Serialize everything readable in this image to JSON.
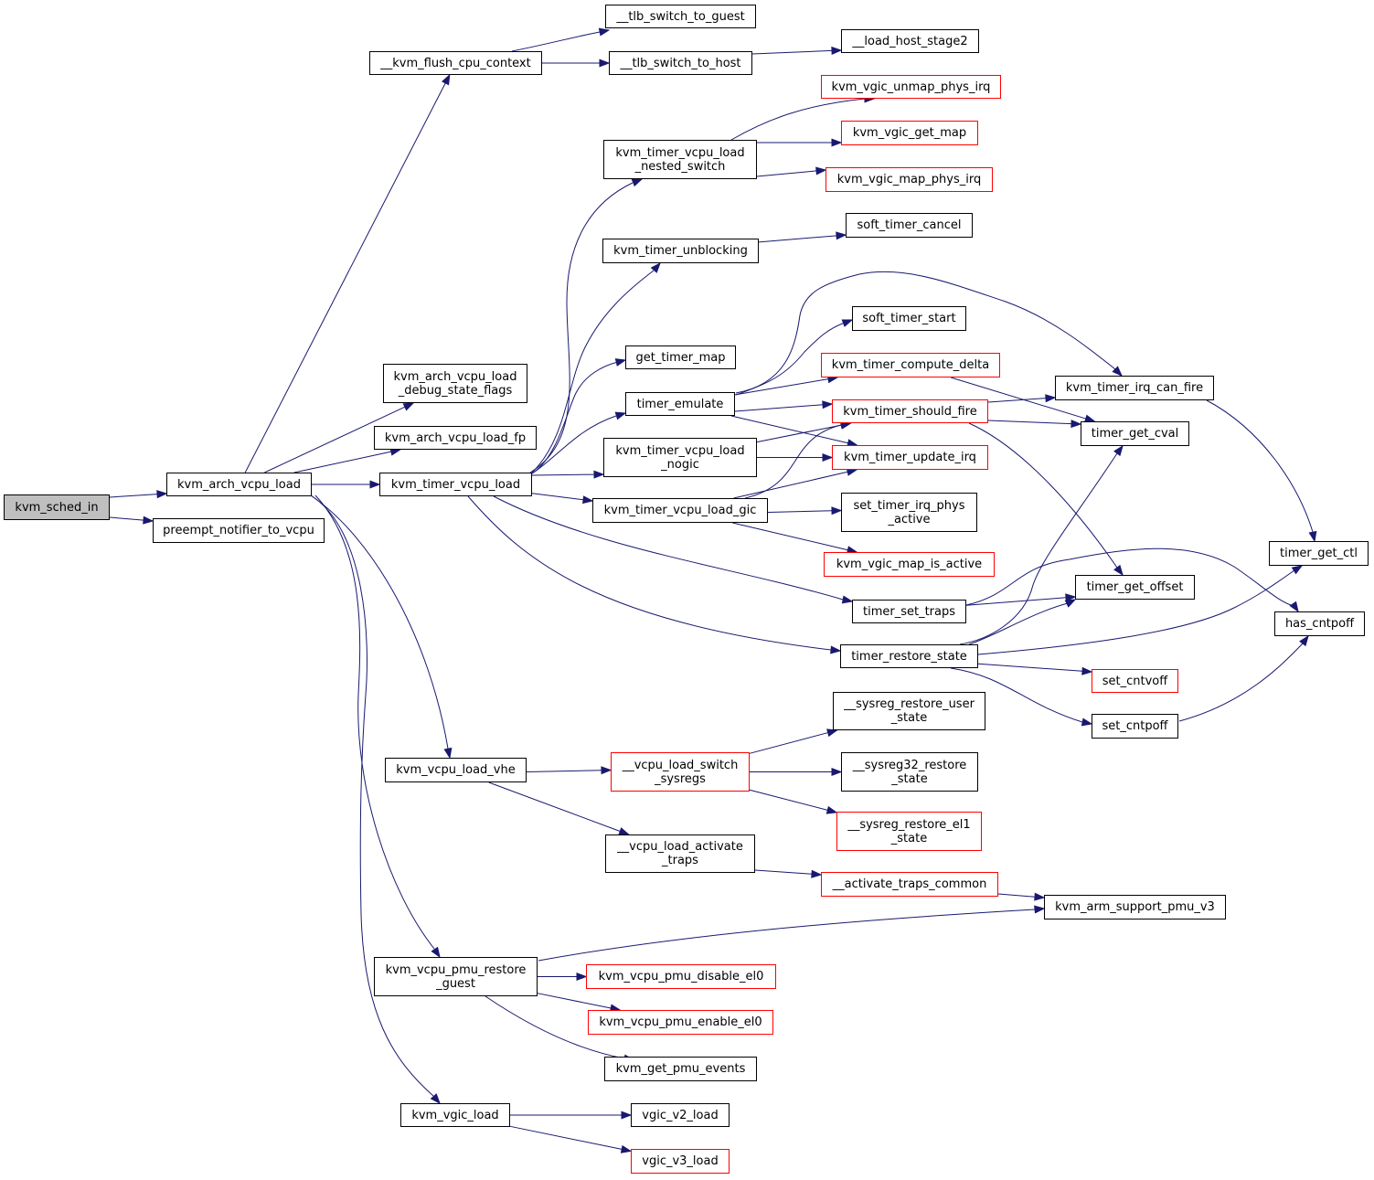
{
  "colors": {
    "edge": "#191970",
    "node_border": "#000000",
    "truncated_border": "#ff0000",
    "root_fill": "#bfbfbf",
    "background": "#ffffff"
  },
  "nodes": [
    {
      "id": "kvm_sched_in",
      "label": "kvm_sched_in",
      "style": "root"
    },
    {
      "id": "kvm_arch_vcpu_load",
      "label": "kvm_arch_vcpu_load",
      "style": "normal"
    },
    {
      "id": "preempt_notifier_to_vcpu",
      "label": "preempt_notifier_to_vcpu",
      "style": "normal"
    },
    {
      "id": "__kvm_flush_cpu_context",
      "label": "__kvm_flush_cpu_context",
      "style": "normal"
    },
    {
      "id": "kvm_arch_vcpu_load_debug_state_flags",
      "label": "kvm_arch_vcpu_load\n_debug_state_flags",
      "style": "normal"
    },
    {
      "id": "kvm_arch_vcpu_load_fp",
      "label": "kvm_arch_vcpu_load_fp",
      "style": "normal"
    },
    {
      "id": "kvm_timer_vcpu_load",
      "label": "kvm_timer_vcpu_load",
      "style": "normal"
    },
    {
      "id": "kvm_vcpu_load_vhe",
      "label": "kvm_vcpu_load_vhe",
      "style": "normal"
    },
    {
      "id": "kvm_vcpu_pmu_restore_guest",
      "label": "kvm_vcpu_pmu_restore\n_guest",
      "style": "normal"
    },
    {
      "id": "kvm_vgic_load",
      "label": "kvm_vgic_load",
      "style": "normal"
    },
    {
      "id": "__tlb_switch_to_guest",
      "label": "__tlb_switch_to_guest",
      "style": "normal"
    },
    {
      "id": "__tlb_switch_to_host",
      "label": "__tlb_switch_to_host",
      "style": "normal"
    },
    {
      "id": "__load_host_stage2",
      "label": "__load_host_stage2",
      "style": "normal"
    },
    {
      "id": "kvm_timer_vcpu_load_nested_switch",
      "label": "kvm_timer_vcpu_load\n_nested_switch",
      "style": "normal"
    },
    {
      "id": "kvm_timer_unblocking",
      "label": "kvm_timer_unblocking",
      "style": "normal"
    },
    {
      "id": "get_timer_map",
      "label": "get_timer_map",
      "style": "normal"
    },
    {
      "id": "timer_emulate",
      "label": "timer_emulate",
      "style": "normal"
    },
    {
      "id": "kvm_timer_vcpu_load_nogic",
      "label": "kvm_timer_vcpu_load\n_nogic",
      "style": "normal"
    },
    {
      "id": "kvm_timer_vcpu_load_gic",
      "label": "kvm_timer_vcpu_load_gic",
      "style": "normal"
    },
    {
      "id": "timer_set_traps",
      "label": "timer_set_traps",
      "style": "normal"
    },
    {
      "id": "timer_restore_state",
      "label": "timer_restore_state",
      "style": "normal"
    },
    {
      "id": "kvm_vgic_unmap_phys_irq",
      "label": "kvm_vgic_unmap_phys_irq",
      "style": "truncated"
    },
    {
      "id": "kvm_vgic_get_map",
      "label": "kvm_vgic_get_map",
      "style": "truncated"
    },
    {
      "id": "kvm_vgic_map_phys_irq",
      "label": "kvm_vgic_map_phys_irq",
      "style": "truncated"
    },
    {
      "id": "soft_timer_cancel",
      "label": "soft_timer_cancel",
      "style": "normal"
    },
    {
      "id": "soft_timer_start",
      "label": "soft_timer_start",
      "style": "normal"
    },
    {
      "id": "kvm_timer_compute_delta",
      "label": "kvm_timer_compute_delta",
      "style": "truncated"
    },
    {
      "id": "kvm_timer_should_fire",
      "label": "kvm_timer_should_fire",
      "style": "truncated"
    },
    {
      "id": "kvm_timer_update_irq",
      "label": "kvm_timer_update_irq",
      "style": "truncated"
    },
    {
      "id": "set_timer_irq_phys_active",
      "label": "set_timer_irq_phys\n_active",
      "style": "normal"
    },
    {
      "id": "kvm_vgic_map_is_active",
      "label": "kvm_vgic_map_is_active",
      "style": "truncated"
    },
    {
      "id": "kvm_timer_irq_can_fire",
      "label": "kvm_timer_irq_can_fire",
      "style": "normal"
    },
    {
      "id": "timer_get_cval",
      "label": "timer_get_cval",
      "style": "normal"
    },
    {
      "id": "timer_get_offset",
      "label": "timer_get_offset",
      "style": "normal"
    },
    {
      "id": "timer_get_ctl",
      "label": "timer_get_ctl",
      "style": "normal"
    },
    {
      "id": "has_cntpoff",
      "label": "has_cntpoff",
      "style": "normal"
    },
    {
      "id": "set_cntvoff",
      "label": "set_cntvoff",
      "style": "truncated"
    },
    {
      "id": "set_cntpoff",
      "label": "set_cntpoff",
      "style": "normal"
    },
    {
      "id": "__vcpu_load_switch_sysregs",
      "label": "__vcpu_load_switch\n_sysregs",
      "style": "truncated"
    },
    {
      "id": "__vcpu_load_activate_traps",
      "label": "__vcpu_load_activate\n_traps",
      "style": "normal"
    },
    {
      "id": "__sysreg_restore_user_state",
      "label": "__sysreg_restore_user\n_state",
      "style": "normal"
    },
    {
      "id": "__sysreg32_restore_state",
      "label": "__sysreg32_restore\n_state",
      "style": "normal"
    },
    {
      "id": "__sysreg_restore_el1_state",
      "label": "__sysreg_restore_el1\n_state",
      "style": "truncated"
    },
    {
      "id": "__activate_traps_common",
      "label": "__activate_traps_common",
      "style": "truncated"
    },
    {
      "id": "kvm_arm_support_pmu_v3",
      "label": "kvm_arm_support_pmu_v3",
      "style": "normal"
    },
    {
      "id": "kvm_vcpu_pmu_disable_el0",
      "label": "kvm_vcpu_pmu_disable_el0",
      "style": "truncated"
    },
    {
      "id": "kvm_vcpu_pmu_enable_el0",
      "label": "kvm_vcpu_pmu_enable_el0",
      "style": "truncated"
    },
    {
      "id": "kvm_get_pmu_events",
      "label": "kvm_get_pmu_events",
      "style": "normal"
    },
    {
      "id": "vgic_v2_load",
      "label": "vgic_v2_load",
      "style": "normal"
    },
    {
      "id": "vgic_v3_load",
      "label": "vgic_v3_load",
      "style": "truncated"
    }
  ],
  "edges": [
    {
      "from": "kvm_sched_in",
      "to": "kvm_arch_vcpu_load"
    },
    {
      "from": "kvm_sched_in",
      "to": "preempt_notifier_to_vcpu"
    },
    {
      "from": "kvm_arch_vcpu_load",
      "to": "__kvm_flush_cpu_context"
    },
    {
      "from": "kvm_arch_vcpu_load",
      "to": "kvm_arch_vcpu_load_debug_state_flags"
    },
    {
      "from": "kvm_arch_vcpu_load",
      "to": "kvm_arch_vcpu_load_fp"
    },
    {
      "from": "kvm_arch_vcpu_load",
      "to": "kvm_timer_vcpu_load"
    },
    {
      "from": "kvm_arch_vcpu_load",
      "to": "kvm_vcpu_load_vhe"
    },
    {
      "from": "kvm_arch_vcpu_load",
      "to": "kvm_vcpu_pmu_restore_guest"
    },
    {
      "from": "kvm_arch_vcpu_load",
      "to": "kvm_vgic_load"
    },
    {
      "from": "__kvm_flush_cpu_context",
      "to": "__tlb_switch_to_guest"
    },
    {
      "from": "__kvm_flush_cpu_context",
      "to": "__tlb_switch_to_host"
    },
    {
      "from": "__tlb_switch_to_host",
      "to": "__load_host_stage2"
    },
    {
      "from": "kvm_timer_vcpu_load",
      "to": "kvm_timer_vcpu_load_nested_switch"
    },
    {
      "from": "kvm_timer_vcpu_load",
      "to": "kvm_timer_unblocking"
    },
    {
      "from": "kvm_timer_vcpu_load",
      "to": "get_timer_map"
    },
    {
      "from": "kvm_timer_vcpu_load",
      "to": "timer_emulate"
    },
    {
      "from": "kvm_timer_vcpu_load",
      "to": "kvm_timer_vcpu_load_nogic"
    },
    {
      "from": "kvm_timer_vcpu_load",
      "to": "kvm_timer_vcpu_load_gic"
    },
    {
      "from": "kvm_timer_vcpu_load",
      "to": "timer_set_traps"
    },
    {
      "from": "kvm_timer_vcpu_load",
      "to": "timer_restore_state"
    },
    {
      "from": "kvm_timer_vcpu_load_nested_switch",
      "to": "kvm_vgic_unmap_phys_irq"
    },
    {
      "from": "kvm_timer_vcpu_load_nested_switch",
      "to": "kvm_vgic_get_map"
    },
    {
      "from": "kvm_timer_vcpu_load_nested_switch",
      "to": "kvm_vgic_map_phys_irq"
    },
    {
      "from": "kvm_timer_unblocking",
      "to": "soft_timer_cancel"
    },
    {
      "from": "timer_emulate",
      "to": "soft_timer_start"
    },
    {
      "from": "timer_emulate",
      "to": "kvm_timer_compute_delta"
    },
    {
      "from": "timer_emulate",
      "to": "kvm_timer_should_fire"
    },
    {
      "from": "timer_emulate",
      "to": "kvm_timer_update_irq"
    },
    {
      "from": "timer_emulate",
      "to": "kvm_timer_irq_can_fire"
    },
    {
      "from": "kvm_timer_vcpu_load_nogic",
      "to": "kvm_timer_should_fire"
    },
    {
      "from": "kvm_timer_vcpu_load_nogic",
      "to": "kvm_timer_update_irq"
    },
    {
      "from": "kvm_timer_vcpu_load_gic",
      "to": "kvm_timer_should_fire"
    },
    {
      "from": "kvm_timer_vcpu_load_gic",
      "to": "kvm_timer_update_irq"
    },
    {
      "from": "kvm_timer_vcpu_load_gic",
      "to": "set_timer_irq_phys_active"
    },
    {
      "from": "kvm_timer_vcpu_load_gic",
      "to": "kvm_vgic_map_is_active"
    },
    {
      "from": "kvm_timer_compute_delta",
      "to": "timer_get_cval"
    },
    {
      "from": "kvm_timer_should_fire",
      "to": "kvm_timer_irq_can_fire"
    },
    {
      "from": "kvm_timer_should_fire",
      "to": "timer_get_cval"
    },
    {
      "from": "kvm_timer_should_fire",
      "to": "timer_get_offset"
    },
    {
      "from": "kvm_timer_irq_can_fire",
      "to": "timer_get_ctl"
    },
    {
      "from": "timer_set_traps",
      "to": "timer_get_offset"
    },
    {
      "from": "timer_set_traps",
      "to": "has_cntpoff"
    },
    {
      "from": "timer_restore_state",
      "to": "timer_get_cval"
    },
    {
      "from": "timer_restore_state",
      "to": "timer_get_offset"
    },
    {
      "from": "timer_restore_state",
      "to": "timer_get_ctl"
    },
    {
      "from": "timer_restore_state",
      "to": "set_cntvoff"
    },
    {
      "from": "timer_restore_state",
      "to": "set_cntpoff"
    },
    {
      "from": "set_cntpoff",
      "to": "has_cntpoff"
    },
    {
      "from": "kvm_vcpu_load_vhe",
      "to": "__vcpu_load_switch_sysregs"
    },
    {
      "from": "kvm_vcpu_load_vhe",
      "to": "__vcpu_load_activate_traps"
    },
    {
      "from": "__vcpu_load_switch_sysregs",
      "to": "__sysreg_restore_user_state"
    },
    {
      "from": "__vcpu_load_switch_sysregs",
      "to": "__sysreg32_restore_state"
    },
    {
      "from": "__vcpu_load_switch_sysregs",
      "to": "__sysreg_restore_el1_state"
    },
    {
      "from": "__vcpu_load_activate_traps",
      "to": "__activate_traps_common"
    },
    {
      "from": "__activate_traps_common",
      "to": "kvm_arm_support_pmu_v3"
    },
    {
      "from": "kvm_vcpu_pmu_restore_guest",
      "to": "kvm_arm_support_pmu_v3"
    },
    {
      "from": "kvm_vcpu_pmu_restore_guest",
      "to": "kvm_vcpu_pmu_disable_el0"
    },
    {
      "from": "kvm_vcpu_pmu_restore_guest",
      "to": "kvm_vcpu_pmu_enable_el0"
    },
    {
      "from": "kvm_vcpu_pmu_restore_guest",
      "to": "kvm_get_pmu_events"
    },
    {
      "from": "kvm_vgic_load",
      "to": "vgic_v2_load"
    },
    {
      "from": "kvm_vgic_load",
      "to": "vgic_v3_load"
    }
  ]
}
